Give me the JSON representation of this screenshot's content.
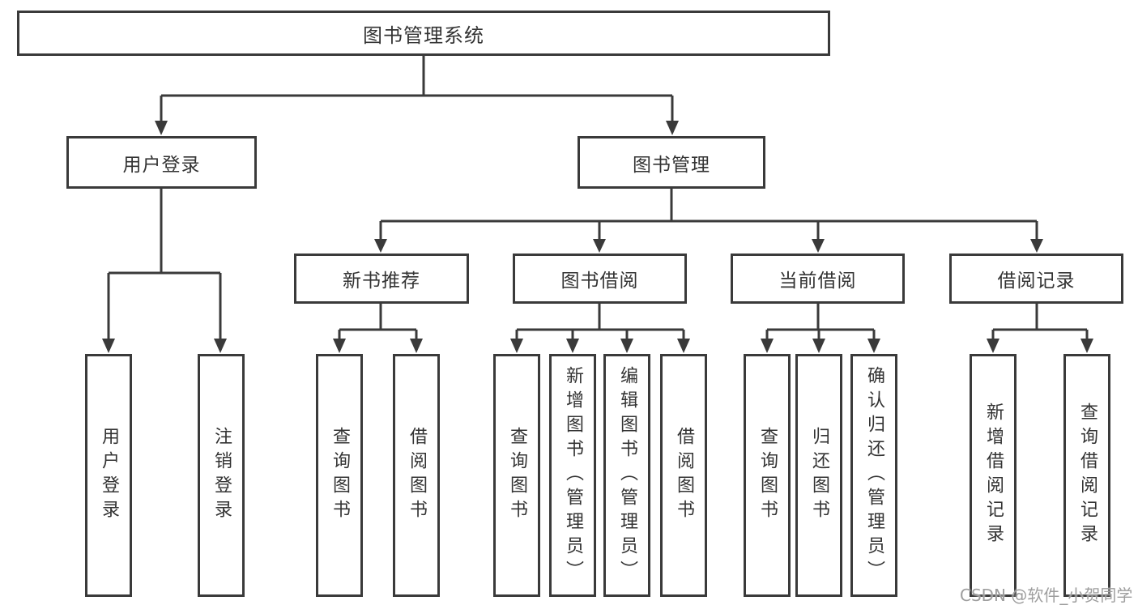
{
  "diagram": {
    "type": "hierarchy-tree",
    "root": {
      "label": "图书管理系统"
    },
    "children": [
      {
        "label": "用户登录",
        "children": [
          {
            "label": "用户登录"
          },
          {
            "label": "注销登录"
          }
        ]
      },
      {
        "label": "图书管理",
        "children": [
          {
            "label": "新书推荐",
            "children": [
              {
                "label": "查询图书"
              },
              {
                "label": "借阅图书"
              }
            ]
          },
          {
            "label": "图书借阅",
            "children": [
              {
                "label": "查询图书"
              },
              {
                "label": "新增图书（管理员）"
              },
              {
                "label": "编辑图书（管理员）"
              },
              {
                "label": "借阅图书"
              }
            ]
          },
          {
            "label": "当前借阅",
            "children": [
              {
                "label": "查询图书"
              },
              {
                "label": "归还图书"
              },
              {
                "label": "确认归还（管理员）"
              }
            ]
          },
          {
            "label": "借阅记录",
            "children": [
              {
                "label": "新增借阅记录"
              },
              {
                "label": "查询借阅记录"
              }
            ]
          }
        ]
      }
    ]
  },
  "watermark": {
    "text": "CSDN @软件_小贺同学"
  },
  "colors": {
    "box_border": "#3a3a3a",
    "connector_line": "#3a3a3a",
    "text": "#333333",
    "watermark_text": "#9e9e9e",
    "background": "#ffffff"
  }
}
